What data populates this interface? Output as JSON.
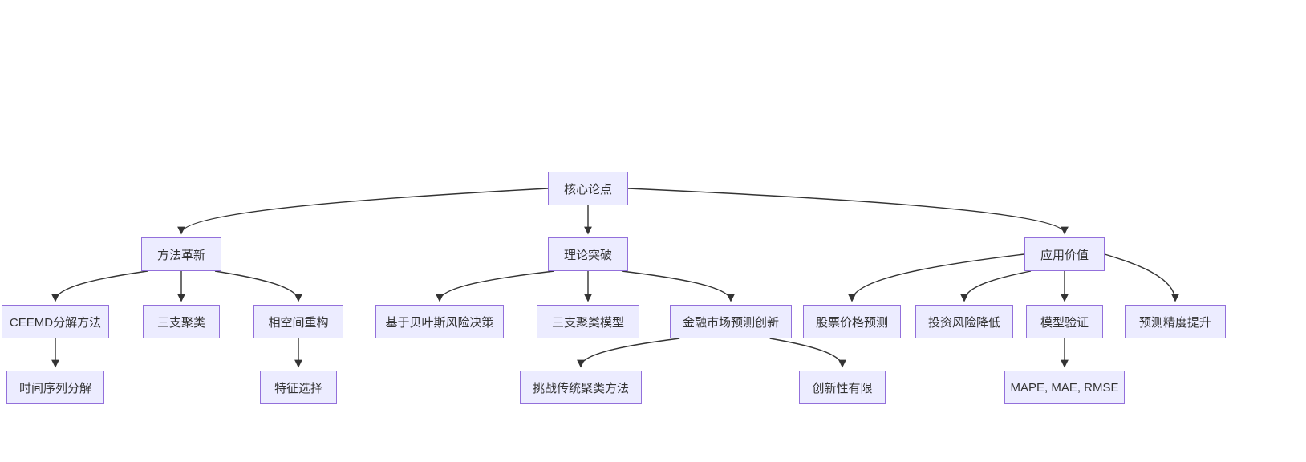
{
  "diagram": {
    "type": "flowchart",
    "direction": "top-down",
    "colors": {
      "background": "#ffffff",
      "node_fill": "#ECECFF",
      "node_border": "#9370DB",
      "node_text": "#333333",
      "edge": "#333333"
    },
    "nodes": [
      {
        "id": "root",
        "label": "核心论点"
      },
      {
        "id": "method",
        "label": "方法革新"
      },
      {
        "id": "theory",
        "label": "理论突破"
      },
      {
        "id": "application",
        "label": "应用价值"
      },
      {
        "id": "ceemd",
        "label": "CEEMD分解方法"
      },
      {
        "id": "threeway",
        "label": "三支聚类"
      },
      {
        "id": "phase",
        "label": "相空间重构"
      },
      {
        "id": "bayes",
        "label": "基于贝叶斯风险决策"
      },
      {
        "id": "threeway_model",
        "label": "三支聚类模型"
      },
      {
        "id": "finance",
        "label": "金融市场预测创新"
      },
      {
        "id": "stock",
        "label": "股票价格预测"
      },
      {
        "id": "risk",
        "label": "投资风险降低"
      },
      {
        "id": "validation",
        "label": "模型验证"
      },
      {
        "id": "accuracy",
        "label": "预测精度提升"
      },
      {
        "id": "timeseries",
        "label": "时间序列分解"
      },
      {
        "id": "feature",
        "label": "特征选择"
      },
      {
        "id": "challenge",
        "label": "挑战传统聚类方法"
      },
      {
        "id": "limited",
        "label": "创新性有限"
      },
      {
        "id": "metrics",
        "label": "MAPE, MAE, RMSE"
      }
    ],
    "edges": [
      {
        "from": "root",
        "to": "method"
      },
      {
        "from": "root",
        "to": "theory"
      },
      {
        "from": "root",
        "to": "application"
      },
      {
        "from": "method",
        "to": "ceemd"
      },
      {
        "from": "method",
        "to": "threeway"
      },
      {
        "from": "method",
        "to": "phase"
      },
      {
        "from": "theory",
        "to": "bayes"
      },
      {
        "from": "theory",
        "to": "threeway_model"
      },
      {
        "from": "theory",
        "to": "finance"
      },
      {
        "from": "application",
        "to": "stock"
      },
      {
        "from": "application",
        "to": "risk"
      },
      {
        "from": "application",
        "to": "validation"
      },
      {
        "from": "application",
        "to": "accuracy"
      },
      {
        "from": "ceemd",
        "to": "timeseries"
      },
      {
        "from": "phase",
        "to": "feature"
      },
      {
        "from": "finance",
        "to": "challenge"
      },
      {
        "from": "finance",
        "to": "limited"
      },
      {
        "from": "validation",
        "to": "metrics"
      }
    ]
  }
}
